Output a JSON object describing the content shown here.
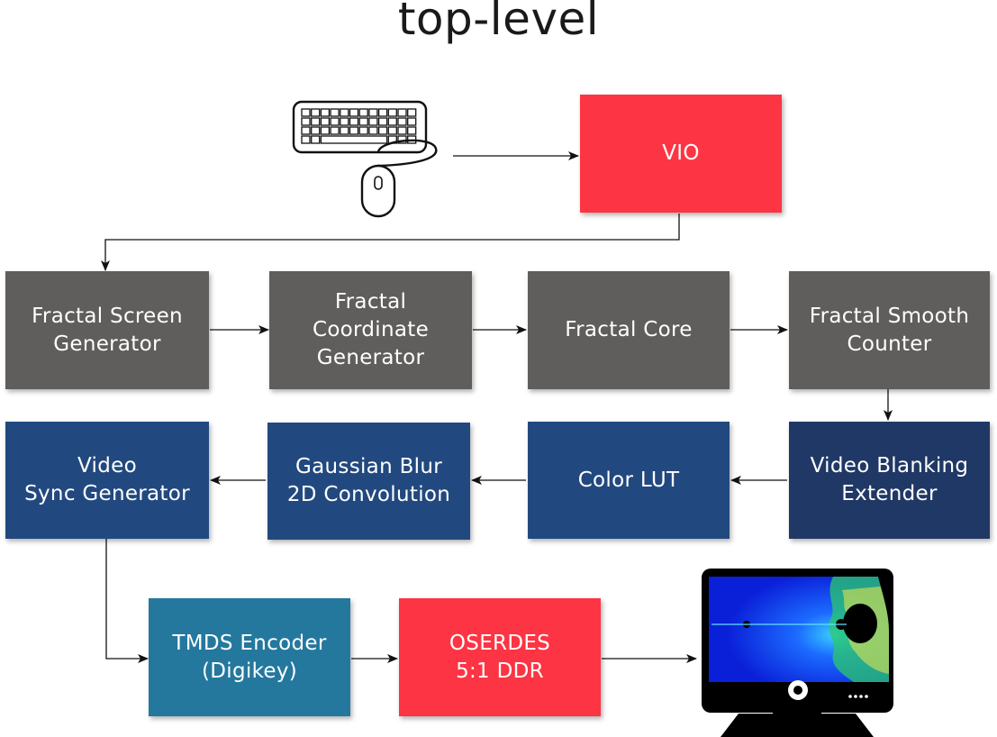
{
  "diagram": {
    "title": "top-level",
    "blocks": {
      "vio": "VIO",
      "screen_gen": "Fractal Screen\nGenerator",
      "coord_gen": "Fractal\nCoordinate\nGenerator",
      "core": "Fractal Core",
      "smooth": "Fractal Smooth\nCounter",
      "blanking": "Video Blanking\nExtender",
      "lut": "Color LUT",
      "blur": "Gaussian Blur\n2D Convolution",
      "sync": "Video\nSync Generator",
      "tmds": "TMDS Encoder\n(Digikey)",
      "oserdes": "OSERDES\n5:1 DDR"
    },
    "icons": {
      "input": "keyboard-mouse-icon",
      "output": "monitor-icon"
    }
  }
}
